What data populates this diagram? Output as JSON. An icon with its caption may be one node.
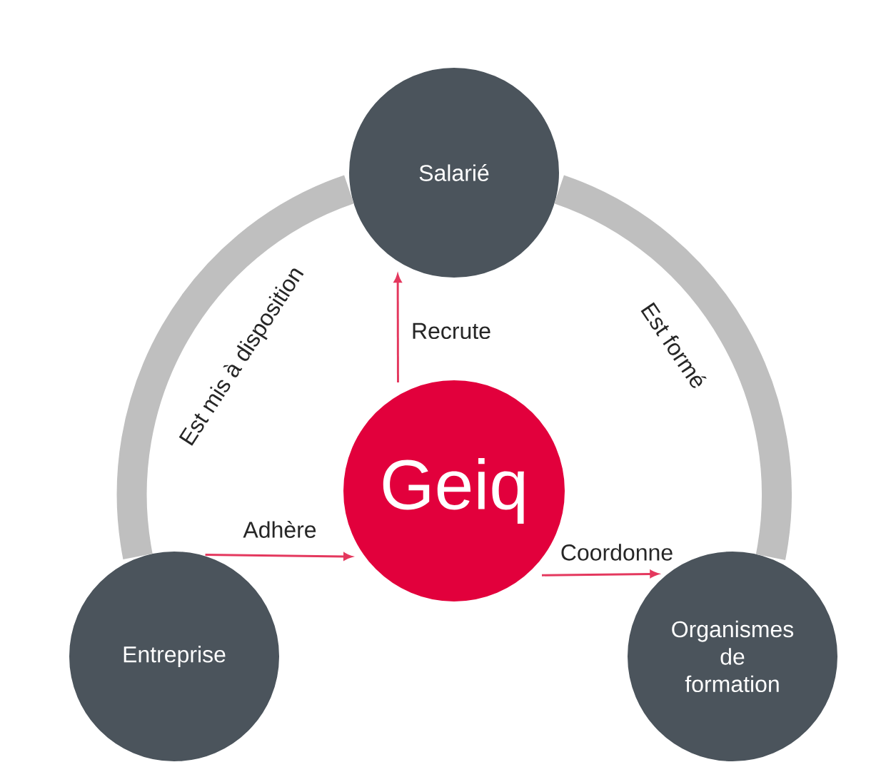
{
  "diagram": {
    "nodes": [
      {
        "text": [
          "Salarié"
        ]
      },
      {
        "text": [
          "Geiq"
        ]
      },
      {
        "text": [
          "Entreprise"
        ]
      },
      {
        "text": [
          "Organismes de formation"
        ]
      }
    ],
    "edges": [
      {
        "from": 2,
        "to": 0,
        "arrow": "none",
        "label": "Est mis à disposition",
        "style": "thick",
        "color": "#bfbfbf"
      },
      {
        "from": 0,
        "to": 3,
        "arrow": "none",
        "label": "Est formé",
        "style": "thick",
        "color": "#bfbfbf"
      },
      {
        "from": 1,
        "to": 0,
        "arrow": "to",
        "label": "Recrute"
      },
      {
        "from": 2,
        "to": 1,
        "arrow": "to",
        "label": "Adhère"
      },
      {
        "from": 1,
        "to": 3,
        "arrow": "to",
        "label": "Coordonne"
      }
    ]
  }
}
